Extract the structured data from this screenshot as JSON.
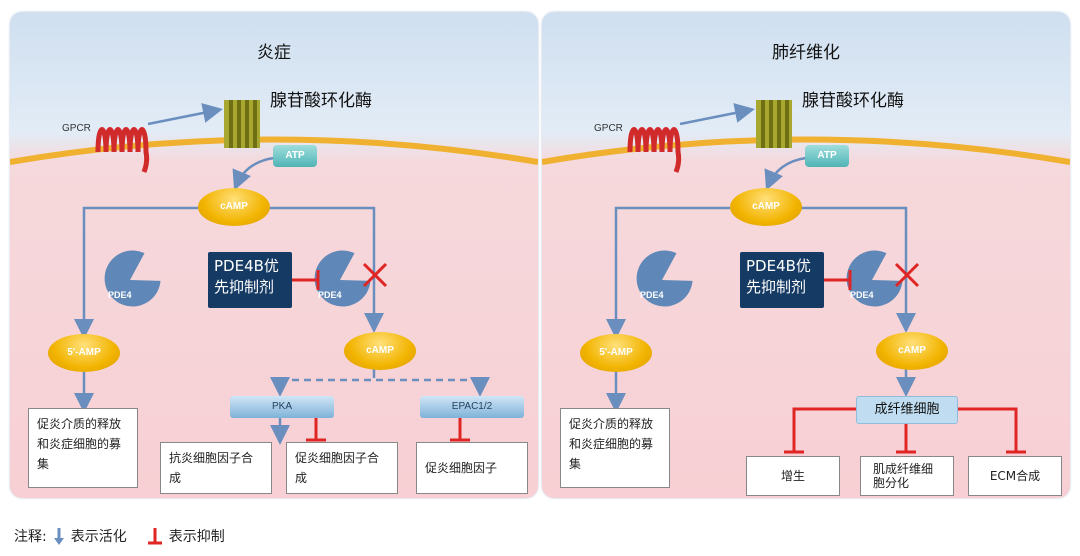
{
  "left": {
    "title": "炎症",
    "enzyme": "腺苷酸环化酶",
    "gpcr": "GPCR",
    "atp": "ATP",
    "camp_top": "cAMP",
    "pde4_left": "PDE4",
    "pde4_right": "PDE4",
    "amp5": "5'-AMP",
    "camp_mid": "cAMP",
    "inhibitor": "PDE4B优先抑制剂",
    "pka": "PKA",
    "epac": "EPAC1/2",
    "box1": "促炎介质的释放和炎症细胞的募集",
    "box2": "抗炎细胞因子合成",
    "box3": "促炎细胞因子合成",
    "box4": "促炎细胞因子"
  },
  "right": {
    "title": "肺纤维化",
    "enzyme": "腺苷酸环化酶",
    "gpcr": "GPCR",
    "atp": "ATP",
    "camp_top": "cAMP",
    "pde4_left": "PDE4",
    "pde4_right": "PDE4",
    "amp5": "5'-AMP",
    "camp_mid": "cAMP",
    "inhibitor": "PDE4B优先抑制剂",
    "fibroblast": "成纤维细胞",
    "box1": "促炎介质的释放和炎症细胞的募集",
    "box_prolif": "增生",
    "box_myo": "肌成纤维细胞分化",
    "box_ecm": "ECM合成"
  },
  "legend": {
    "prefix": "注释:",
    "activate": "表示活化",
    "inhibit": "表示抑制"
  },
  "colors": {
    "arrow": "#6a8fbf",
    "inhibit": "#e02525",
    "membrane": "#f0b030",
    "receptor": "#d02a2a",
    "cyclase": "#a8a830",
    "pde4": "#5f88b8"
  }
}
